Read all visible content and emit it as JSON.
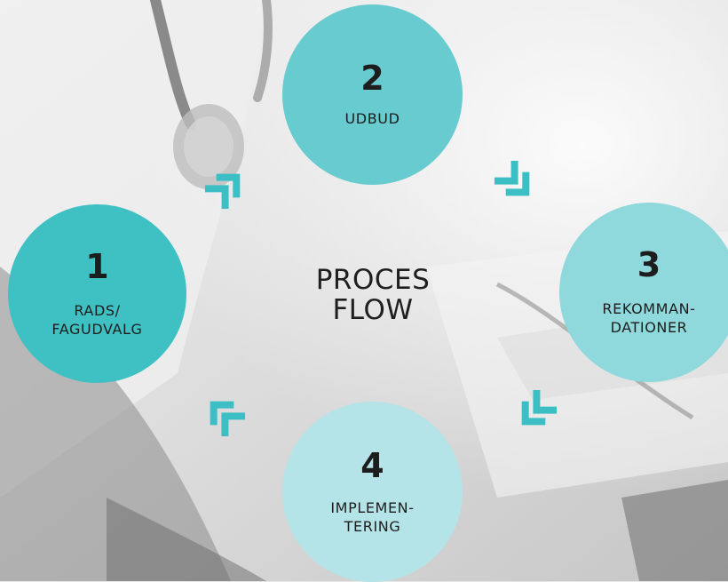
{
  "center": {
    "label": "PROCES\nFLOW"
  },
  "steps": [
    {
      "number": "1",
      "label": "RADS/\nFAGUDVALG",
      "color": "#3fc1c4"
    },
    {
      "number": "2",
      "label": "UDBUD",
      "color": "#68cbcf"
    },
    {
      "number": "3",
      "label": "REKOMMAN-\nDATIONER",
      "color": "#8fd8dc"
    },
    {
      "number": "4",
      "label": "IMPLEMEN-\nTERING",
      "color": "#b4e4e7"
    }
  ],
  "colors": {
    "arrow": "#3cbfc4",
    "background": "#e6e6e6"
  },
  "icons": [
    "double-chevron-up-right-icon",
    "double-chevron-down-right-icon",
    "double-chevron-down-left-icon",
    "double-chevron-up-left-icon"
  ]
}
